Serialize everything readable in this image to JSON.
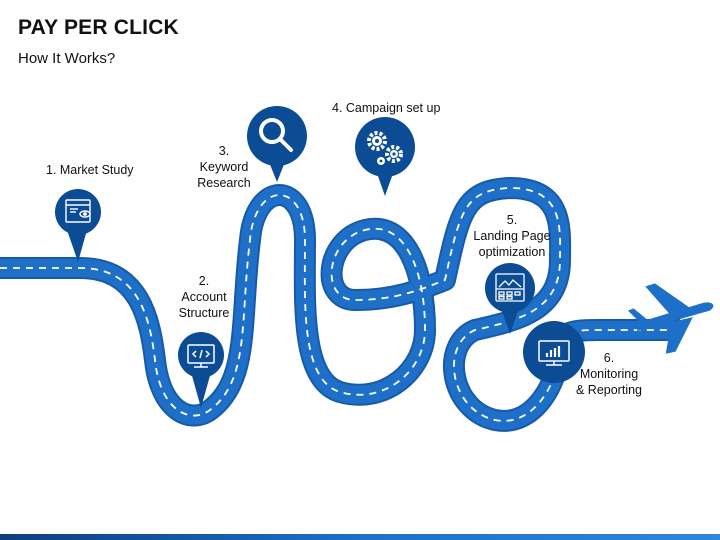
{
  "header": {
    "title": "PAY PER CLICK",
    "subtitle": "How It Works?"
  },
  "colors": {
    "road": "#1e6fc8",
    "road_edge": "#185aa8",
    "marker": "#0b4c95",
    "bar_dark": "#0c3f7a",
    "bar_light": "#2f86d8"
  },
  "steps": [
    {
      "label_line1": "1. Market Study",
      "label_line2": "",
      "icon": "market-research-icon"
    },
    {
      "label_line1": "2.",
      "label_line2": "Account",
      "label_line3": "Structure",
      "icon": "code-monitor-icon"
    },
    {
      "label_line1": "3.",
      "label_line2": "Keyword",
      "label_line3": "Research",
      "icon": "search-icon"
    },
    {
      "label_line1": "4. Campaign set up",
      "label_line2": "",
      "icon": "gears-icon"
    },
    {
      "label_line1": "5.",
      "label_line2": "Landing Page",
      "label_line3": "optimization",
      "icon": "landing-page-icon"
    },
    {
      "label_line1": "6.",
      "label_line2": "Monitoring",
      "label_line3": "& Reporting",
      "icon": "analytics-monitor-icon"
    }
  ],
  "decorations": {
    "airplane": "airplane-icon"
  }
}
